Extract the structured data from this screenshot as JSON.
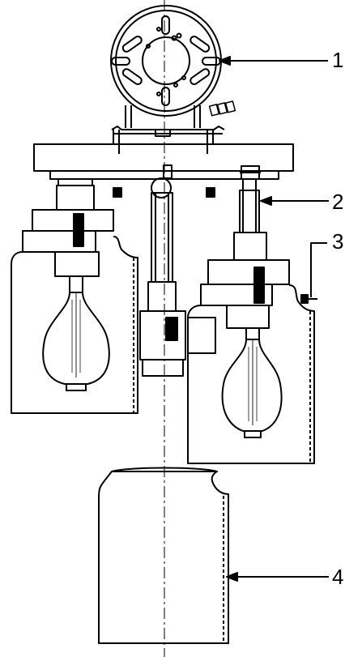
{
  "callouts": [
    {
      "id": "1",
      "label": "1"
    },
    {
      "id": "2",
      "label": "2"
    },
    {
      "id": "3",
      "label": "3"
    },
    {
      "id": "4",
      "label": "4"
    }
  ],
  "colors": {
    "line": "#000000",
    "background": "#ffffff",
    "bulb_filament": "#444444"
  }
}
